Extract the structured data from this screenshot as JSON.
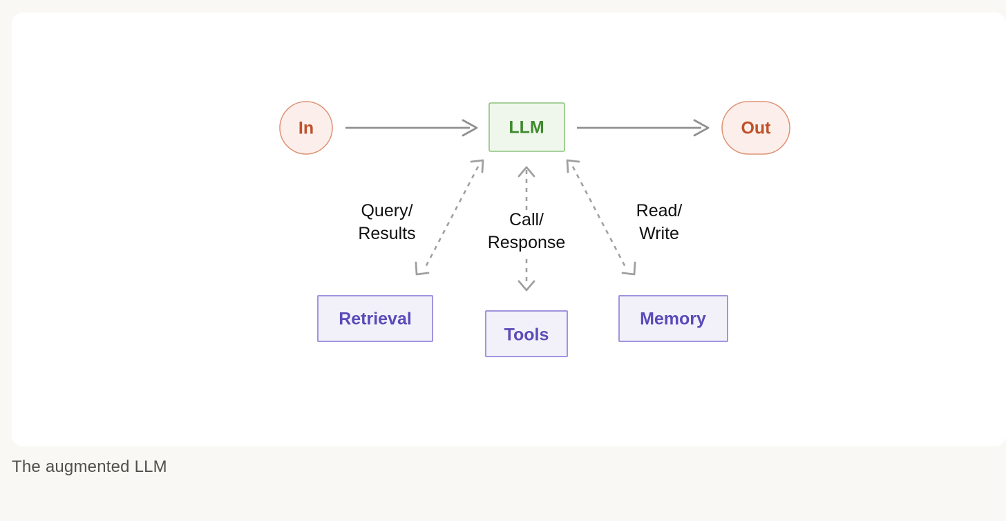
{
  "canvas": {
    "background": "#F9F8F4",
    "card_background": "#FFFFFF"
  },
  "caption": {
    "text": "The augmented LLM"
  },
  "diagram": {
    "title": "The augmented LLM",
    "type": "flow-diagram",
    "nodes": [
      {
        "id": "in",
        "label": "In",
        "shape": "circle",
        "fill": "#FCEFEB",
        "stroke": "#DE9376",
        "text_color": "#C0512B"
      },
      {
        "id": "llm",
        "label": "LLM",
        "shape": "rect",
        "fill": "#EFF7EC",
        "stroke": "#8BC47A",
        "text_color": "#3F8B2E"
      },
      {
        "id": "out",
        "label": "Out",
        "shape": "stadium",
        "fill": "#FCEFEB",
        "stroke": "#DE9376",
        "text_color": "#C0512B"
      },
      {
        "id": "retrieval",
        "label": "Retrieval",
        "shape": "rect",
        "fill": "#F2F1FA",
        "stroke": "#9F95DE",
        "text_color": "#5A4BB8"
      },
      {
        "id": "tools",
        "label": "Tools",
        "shape": "rect",
        "fill": "#F2F1FA",
        "stroke": "#9F95DE",
        "text_color": "#5A4BB8"
      },
      {
        "id": "memory",
        "label": "Memory",
        "shape": "rect",
        "fill": "#F2F1FA",
        "stroke": "#9F95DE",
        "text_color": "#5A4BB8"
      }
    ],
    "edges": [
      {
        "id": "in-llm",
        "from": "in",
        "to": "llm",
        "style": "solid",
        "direction": "forward",
        "label": "",
        "color": "#909090"
      },
      {
        "id": "llm-out",
        "from": "llm",
        "to": "out",
        "style": "solid",
        "direction": "forward",
        "label": "",
        "color": "#909090"
      },
      {
        "id": "llm-retrieval",
        "from": "llm",
        "to": "retrieval",
        "style": "dashed",
        "direction": "bidirectional",
        "label_line1": "Query/",
        "label_line2": "Results",
        "color": "#A0A0A0"
      },
      {
        "id": "llm-tools",
        "from": "llm",
        "to": "tools",
        "style": "dashed",
        "direction": "bidirectional",
        "label_line1": "Call/",
        "label_line2": "Response",
        "color": "#A0A0A0"
      },
      {
        "id": "llm-memory",
        "from": "llm",
        "to": "memory",
        "style": "dashed",
        "direction": "bidirectional",
        "label_line1": "Read/",
        "label_line2": "Write",
        "color": "#A0A0A0"
      }
    ]
  }
}
